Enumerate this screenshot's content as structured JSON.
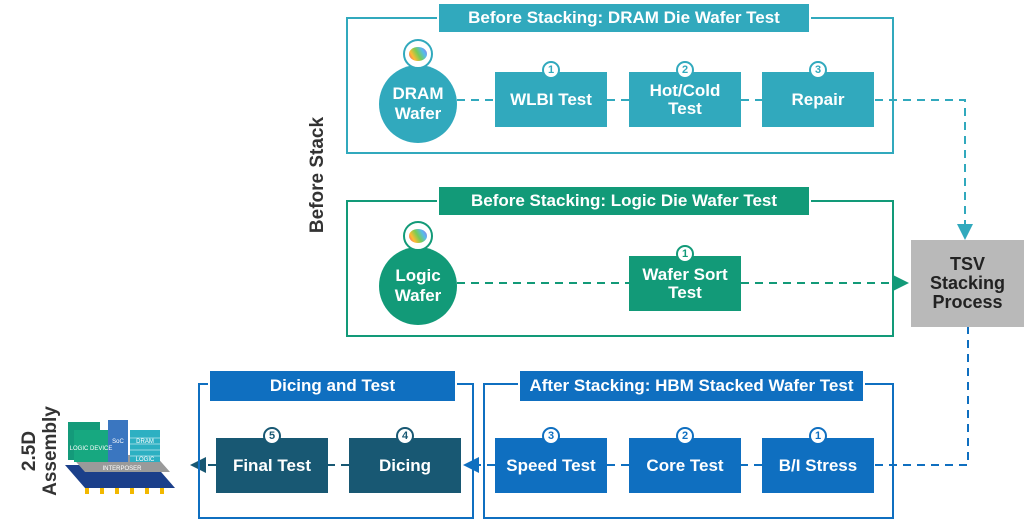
{
  "colors": {
    "dram": "#31a9bd",
    "logic": "#129a78",
    "hbm": "#0f6fc0",
    "dicing": "#185873",
    "tsv": "#b9b9b9"
  },
  "side_labels": {
    "before_stack": "Before Stack",
    "assembly_line1": "2.5D",
    "assembly_line2": "Assembly"
  },
  "dram_section": {
    "title": "Before Stacking: DRAM Die Wafer Test",
    "source": "DRAM Wafer",
    "icon": "wafer-icon",
    "steps": [
      {
        "num": "1",
        "label": "WLBI Test"
      },
      {
        "num": "2",
        "label": "Hot/Cold Test"
      },
      {
        "num": "3",
        "label": "Repair"
      }
    ]
  },
  "logic_section": {
    "title": "Before Stacking: Logic Die Wafer Test",
    "source": "Logic Wafer",
    "icon": "wafer-icon",
    "steps": [
      {
        "num": "1",
        "label": "Wafer Sort Test"
      }
    ]
  },
  "tsv": {
    "label": "TSV Stacking Process"
  },
  "hbm_section": {
    "title": "After Stacking: HBM Stacked Wafer Test",
    "steps": [
      {
        "num": "3",
        "label": "Speed Test"
      },
      {
        "num": "2",
        "label": "Core Test"
      },
      {
        "num": "1",
        "label": "B/I Stress"
      }
    ]
  },
  "dicing_section": {
    "title": "Dicing and Test",
    "steps": [
      {
        "num": "5",
        "label": "Final Test"
      },
      {
        "num": "4",
        "label": "Dicing"
      }
    ]
  },
  "package_image": {
    "labels": [
      "LOGIC DEVICE",
      "SoC",
      "DRAM",
      "LOGIC",
      "INTERPOSER"
    ]
  }
}
